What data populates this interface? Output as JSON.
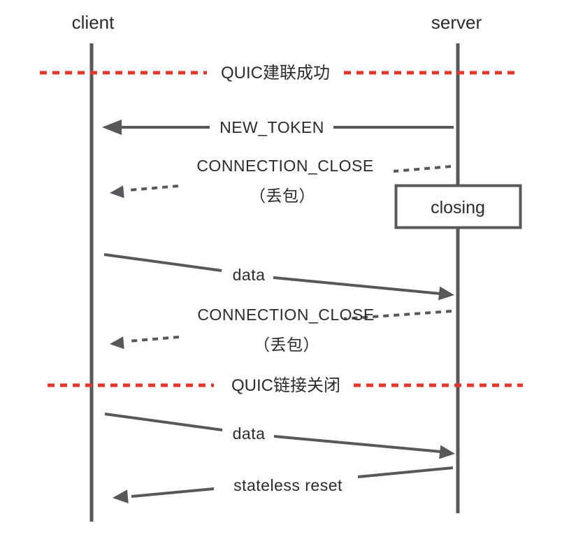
{
  "diagram": {
    "type": "sequence-diagram",
    "topic": "QUIC connection close / stateless reset flow"
  },
  "colors": {
    "line": "#58585a",
    "red": "#e2382c",
    "text": "#2b2b2b",
    "background": "#ffffff"
  },
  "actors": {
    "client": "client",
    "server": "server"
  },
  "separators": {
    "established": "QUIC建联成功",
    "closed": "QUIC链接关闭"
  },
  "messages": {
    "new_token": "NEW_TOKEN",
    "connection_close_1": "CONNECTION_CLOSE",
    "loss_1": "（丢包）",
    "closing_state": "closing",
    "data_1": "data",
    "connection_close_2": "CONNECTION_CLOSE",
    "loss_2": "（丢包）",
    "data_2": "data",
    "stateless_reset": "stateless reset"
  }
}
